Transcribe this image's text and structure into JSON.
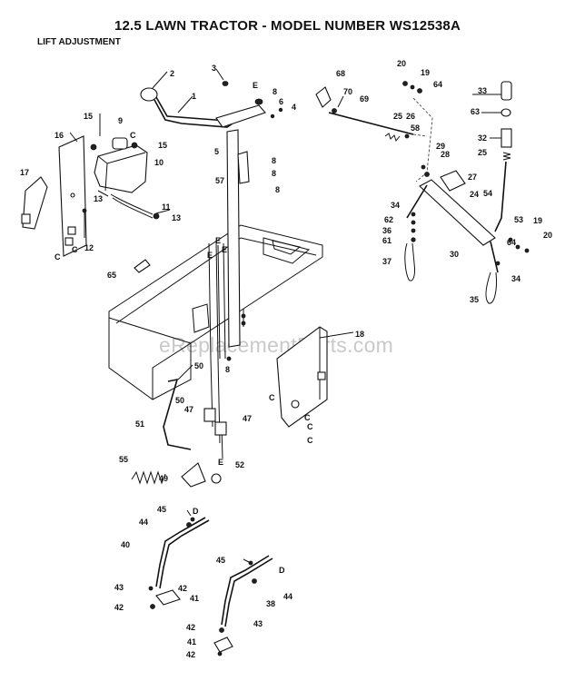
{
  "header": {
    "title": "12.5 LAWN TRACTOR - MODEL NUMBER WS12538A",
    "subtitle": "LIFT ADJUSTMENT"
  },
  "watermark": "eReplacementParts.com",
  "callouts": [
    {
      "id": "c2",
      "text": "2"
    },
    {
      "id": "c1",
      "text": "1"
    },
    {
      "id": "c3",
      "text": "3"
    },
    {
      "id": "cE1",
      "text": "E"
    },
    {
      "id": "c8a",
      "text": "8"
    },
    {
      "id": "c6",
      "text": "6"
    },
    {
      "id": "c4",
      "text": "4"
    },
    {
      "id": "c15a",
      "text": "15"
    },
    {
      "id": "c9",
      "text": "9"
    },
    {
      "id": "cC1",
      "text": "C"
    },
    {
      "id": "c15b",
      "text": "15"
    },
    {
      "id": "c10",
      "text": "10"
    },
    {
      "id": "c16",
      "text": "16"
    },
    {
      "id": "c17",
      "text": "17"
    },
    {
      "id": "c13a",
      "text": "13"
    },
    {
      "id": "c11",
      "text": "11"
    },
    {
      "id": "c13b",
      "text": "13"
    },
    {
      "id": "c12",
      "text": "12"
    },
    {
      "id": "cC2",
      "text": "C"
    },
    {
      "id": "cC3",
      "text": "C"
    },
    {
      "id": "c5",
      "text": "5"
    },
    {
      "id": "c8b",
      "text": "8"
    },
    {
      "id": "c8c",
      "text": "8"
    },
    {
      "id": "c57",
      "text": "57"
    },
    {
      "id": "c8d",
      "text": "8"
    },
    {
      "id": "cE2",
      "text": "E"
    },
    {
      "id": "cE3",
      "text": "E"
    },
    {
      "id": "cE4",
      "text": "E"
    },
    {
      "id": "c65",
      "text": "65"
    },
    {
      "id": "c68",
      "text": "68"
    },
    {
      "id": "c70",
      "text": "70"
    },
    {
      "id": "c69",
      "text": "69"
    },
    {
      "id": "c20a",
      "text": "20"
    },
    {
      "id": "c19a",
      "text": "19"
    },
    {
      "id": "c64a",
      "text": "64"
    },
    {
      "id": "c33",
      "text": "33"
    },
    {
      "id": "c63",
      "text": "63"
    },
    {
      "id": "c25a",
      "text": "25"
    },
    {
      "id": "c26",
      "text": "26"
    },
    {
      "id": "c58",
      "text": "58"
    },
    {
      "id": "c32",
      "text": "32"
    },
    {
      "id": "c29",
      "text": "29"
    },
    {
      "id": "c28",
      "text": "28"
    },
    {
      "id": "c25b",
      "text": "25"
    },
    {
      "id": "c27",
      "text": "27"
    },
    {
      "id": "c24",
      "text": "24"
    },
    {
      "id": "c54",
      "text": "54"
    },
    {
      "id": "c34a",
      "text": "34"
    },
    {
      "id": "c62",
      "text": "62"
    },
    {
      "id": "c36",
      "text": "36"
    },
    {
      "id": "c61",
      "text": "61"
    },
    {
      "id": "c53",
      "text": "53"
    },
    {
      "id": "c19b",
      "text": "19"
    },
    {
      "id": "c30",
      "text": "30"
    },
    {
      "id": "c64b",
      "text": "64"
    },
    {
      "id": "c20b",
      "text": "20"
    },
    {
      "id": "c37",
      "text": "37"
    },
    {
      "id": "c34b",
      "text": "34"
    },
    {
      "id": "c35",
      "text": "35"
    },
    {
      "id": "c18",
      "text": "18"
    },
    {
      "id": "c8e",
      "text": "8"
    },
    {
      "id": "c50a",
      "text": "50"
    },
    {
      "id": "c50b",
      "text": "50"
    },
    {
      "id": "c47a",
      "text": "47"
    },
    {
      "id": "c47b",
      "text": "47"
    },
    {
      "id": "c51",
      "text": "51"
    },
    {
      "id": "cE5",
      "text": "E"
    },
    {
      "id": "c55",
      "text": "55"
    },
    {
      "id": "c49",
      "text": "49"
    },
    {
      "id": "c52",
      "text": "52"
    },
    {
      "id": "cC4",
      "text": "C"
    },
    {
      "id": "cC5",
      "text": "C"
    },
    {
      "id": "cC6",
      "text": "C"
    },
    {
      "id": "cC7",
      "text": "C"
    },
    {
      "id": "c45a",
      "text": "45"
    },
    {
      "id": "cD1",
      "text": "D"
    },
    {
      "id": "c44a",
      "text": "44"
    },
    {
      "id": "c40",
      "text": "40"
    },
    {
      "id": "c43a",
      "text": "43"
    },
    {
      "id": "c42a",
      "text": "42"
    },
    {
      "id": "c41a",
      "text": "41"
    },
    {
      "id": "c42b",
      "text": "42"
    },
    {
      "id": "c45b",
      "text": "45"
    },
    {
      "id": "cD2",
      "text": "D"
    },
    {
      "id": "c44b",
      "text": "44"
    },
    {
      "id": "c38",
      "text": "38"
    },
    {
      "id": "c42c",
      "text": "42"
    },
    {
      "id": "c43b",
      "text": "43"
    },
    {
      "id": "c41b",
      "text": "41"
    },
    {
      "id": "c42d",
      "text": "42"
    }
  ]
}
